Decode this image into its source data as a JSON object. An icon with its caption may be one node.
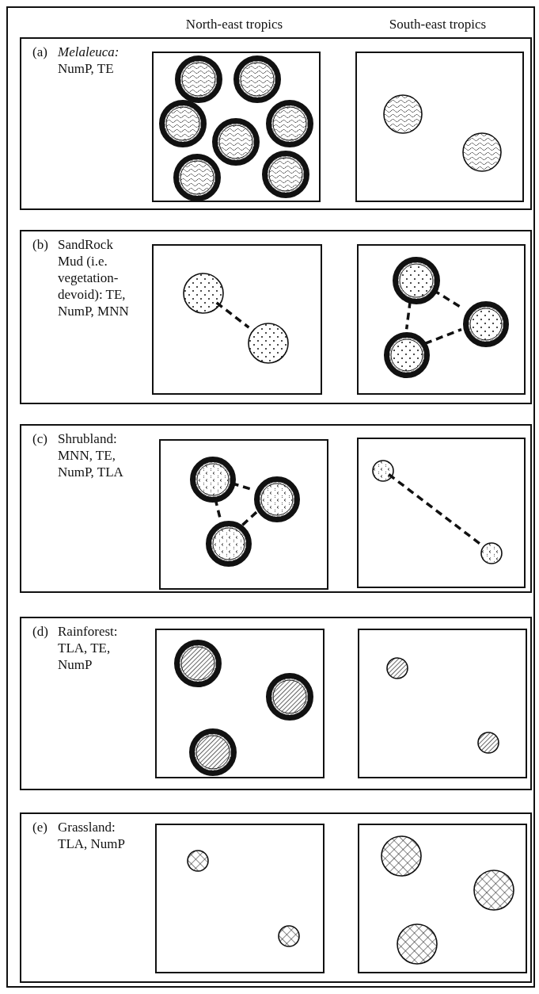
{
  "diagram": {
    "nodes": [
      {
        "text": [
          "(a)",
          "*Melaleuca:* NumP, TE"
        ]
      },
      {
        "text": [],
        "shape": "box",
        "in": 0
      },
      {
        "text": [],
        "shape": "circle",
        "in": 1
      },
      {
        "text": [],
        "shape": "circle",
        "in": 1
      },
      {
        "text": [],
        "shape": "circle",
        "in": 1
      },
      {
        "text": [],
        "shape": "circle",
        "in": 1
      },
      {
        "text": [],
        "shape": "circle",
        "in": 1
      },
      {
        "text": [],
        "shape": "circle",
        "in": 1
      },
      {
        "text": [],
        "shape": "circle",
        "in": 1
      },
      {
        "text": [],
        "shape": "box",
        "in": 0
      },
      {
        "text": [],
        "shape": "circle",
        "in": 9
      },
      {
        "text": [],
        "shape": "circle",
        "in": 9
      },
      {
        "text": [
          "(b)",
          "SandRock Mud (i.e. vegetation-devoid): TE, NumP, MNN"
        ]
      },
      {
        "text": [],
        "shape": "box",
        "in": 12
      },
      {
        "text": [],
        "shape": "circle",
        "in": 13
      },
      {
        "text": [],
        "shape": "circle",
        "in": 13
      },
      {
        "text": [],
        "shape": "box",
        "in": 12
      },
      {
        "text": [],
        "shape": "circle",
        "in": 16
      },
      {
        "text": [],
        "shape": "circle",
        "in": 16
      },
      {
        "text": [],
        "shape": "circle",
        "in": 16
      },
      {
        "text": [
          "(c)",
          "Shrubland: MNN, TE, NumP, TLA"
        ]
      },
      {
        "text": [],
        "shape": "box",
        "in": 20
      },
      {
        "text": [],
        "shape": "circle",
        "in": 21
      },
      {
        "text": [],
        "shape": "circle",
        "in": 21
      },
      {
        "text": [],
        "shape": "circle",
        "in": 21
      },
      {
        "text": [],
        "shape": "box",
        "in": 20
      },
      {
        "text": [],
        "shape": "circle",
        "in": 25
      },
      {
        "text": [],
        "shape": "circle",
        "in": 25
      },
      {
        "text": [
          "(d)",
          "Rainforest: TLA, TE, NumP"
        ]
      },
      {
        "text": [],
        "shape": "box",
        "in": 28
      },
      {
        "text": [],
        "shape": "circle",
        "in": 29
      },
      {
        "text": [],
        "shape": "circle",
        "in": 29
      },
      {
        "text": [],
        "shape": "circle",
        "in": 29
      },
      {
        "text": [],
        "shape": "box",
        "in": 28
      },
      {
        "text": [],
        "shape": "circle",
        "in": 33
      },
      {
        "text": [],
        "shape": "circle",
        "in": 33
      },
      {
        "text": [
          "(e)",
          "Grassland: TLA, NumP"
        ]
      },
      {
        "text": [],
        "shape": "box",
        "in": 36
      },
      {
        "text": [],
        "shape": "circle",
        "in": 37
      },
      {
        "text": [],
        "shape": "circle",
        "in": 37
      },
      {
        "text": [],
        "shape": "box",
        "in": 36
      },
      {
        "text": [],
        "shape": "circle",
        "in": 40
      },
      {
        "text": [],
        "shape": "circle",
        "in": 40
      },
      {
        "text": [],
        "shape": "circle",
        "in": 40
      }
    ],
    "edges": [
      {
        "from": 14,
        "to": 15,
        "arrow": "none",
        "style": "dashed"
      },
      {
        "from": 17,
        "to": 18,
        "arrow": "none",
        "style": "dashed"
      },
      {
        "from": 17,
        "to": 19,
        "arrow": "none",
        "style": "dashed"
      },
      {
        "from": 19,
        "to": 18,
        "arrow": "none",
        "style": "dashed"
      },
      {
        "from": 22,
        "to": 23,
        "arrow": "none",
        "style": "dashed"
      },
      {
        "from": 22,
        "to": 24,
        "arrow": "none",
        "style": "dashed"
      },
      {
        "from": 24,
        "to": 23,
        "arrow": "none",
        "style": "dashed"
      },
      {
        "from": 26,
        "to": 27,
        "arrow": "none",
        "style": "dashed"
      }
    ],
    "labels": [
      "North-east tropics",
      "South-east tropics"
    ]
  }
}
